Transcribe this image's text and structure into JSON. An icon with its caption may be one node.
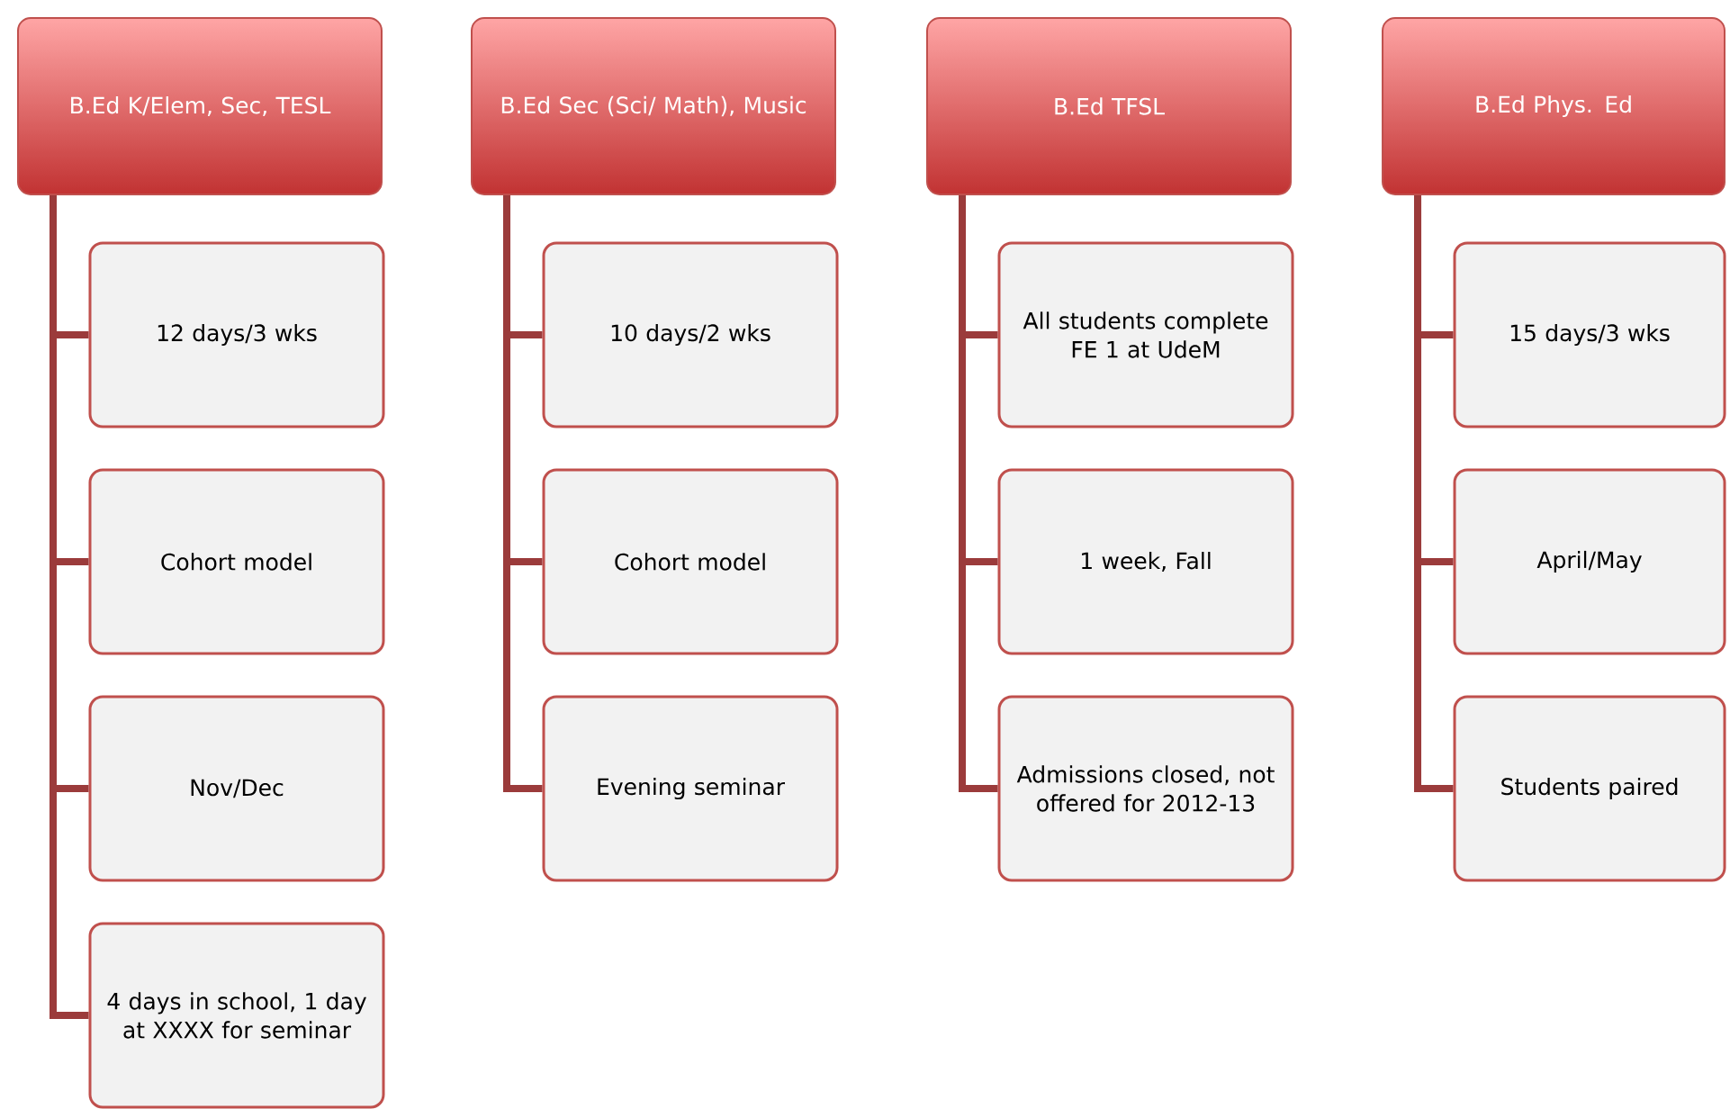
{
  "diagram": {
    "nodes": [
      {
        "text": [
          "B.Ed K/Elem, Sec, TESL"
        ]
      },
      {
        "text": [
          "12 days/3 wks"
        ]
      },
      {
        "text": [
          "Cohort model"
        ]
      },
      {
        "text": [
          "Nov/Dec"
        ]
      },
      {
        "text": [
          "4 days in school, 1 day at XXXX for seminar"
        ]
      },
      {
        "text": [
          "B.Ed Sec (Sci/ Math), Music"
        ]
      },
      {
        "text": [
          "10 days/2 wks"
        ]
      },
      {
        "text": [
          "Cohort model"
        ]
      },
      {
        "text": [
          "Evening seminar"
        ]
      },
      {
        "text": [
          "B.Ed TFSL"
        ]
      },
      {
        "text": [
          "All students complete FE 1 at UdeM"
        ]
      },
      {
        "text": [
          "1 week, Fall"
        ]
      },
      {
        "text": [
          "Admissions closed, not offered for 2012-13"
        ]
      },
      {
        "text": [
          "B.Ed Phys. Ed"
        ]
      },
      {
        "text": [
          "15 days/3 wks"
        ]
      },
      {
        "text": [
          "April/May"
        ]
      },
      {
        "text": [
          "Students paired"
        ]
      }
    ],
    "edges": [
      {
        "from": 0,
        "to": 1,
        "arrow": "none"
      },
      {
        "from": 0,
        "to": 2,
        "arrow": "none"
      },
      {
        "from": 0,
        "to": 3,
        "arrow": "none"
      },
      {
        "from": 0,
        "to": 4,
        "arrow": "none"
      },
      {
        "from": 5,
        "to": 6,
        "arrow": "none"
      },
      {
        "from": 5,
        "to": 7,
        "arrow": "none"
      },
      {
        "from": 5,
        "to": 8,
        "arrow": "none"
      },
      {
        "from": 9,
        "to": 10,
        "arrow": "none"
      },
      {
        "from": 9,
        "to": 11,
        "arrow": "none"
      },
      {
        "from": 9,
        "to": 12,
        "arrow": "none"
      },
      {
        "from": 13,
        "to": 14,
        "arrow": "none"
      },
      {
        "from": 13,
        "to": 15,
        "arrow": "none"
      },
      {
        "from": 13,
        "to": 16,
        "arrow": "none"
      }
    ]
  }
}
